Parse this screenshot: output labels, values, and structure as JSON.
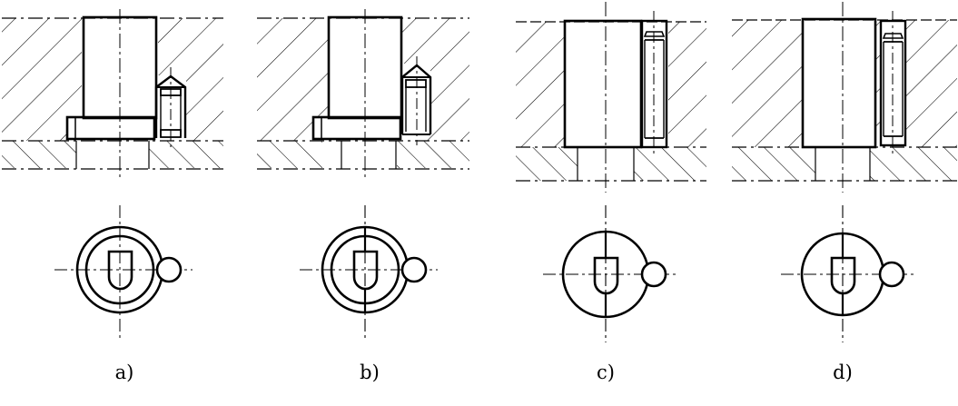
{
  "figures": [
    {
      "label": "a)"
    },
    {
      "label": "b)"
    },
    {
      "label": "c)"
    },
    {
      "label": "d)"
    }
  ],
  "colors": {
    "ink": "#000000",
    "paper": "#ffffff"
  }
}
